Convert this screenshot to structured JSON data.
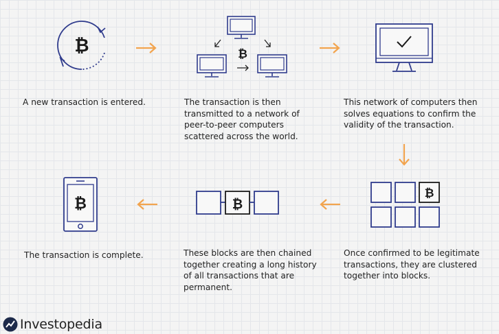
{
  "steps": [
    {
      "lines": [
        "A new transaction is entered."
      ]
    },
    {
      "lines": [
        "The transaction is then",
        "transmitted to a network of",
        "peer-to-peer computers",
        "scattered across the world."
      ]
    },
    {
      "lines": [
        "This network of computers then",
        "solves equations to confirm the",
        "validity of the transaction."
      ]
    },
    {
      "lines": [
        "Once confirmed to be legitimate",
        "transactions, they are clustered",
        "together into blocks."
      ]
    },
    {
      "lines": [
        "These blocks are then chained",
        "together creating a long history",
        "of all transactions that are",
        "permanent."
      ]
    },
    {
      "lines": [
        "The transaction is complete."
      ]
    }
  ],
  "bitcoin_symbol": "₿",
  "logo": {
    "text": "Investopedia"
  },
  "colors": {
    "navy": "#2f3b8c",
    "arrow": "#f2a44e",
    "ink": "#222222",
    "grid": "#e4e6ea"
  },
  "icons": [
    "refresh-bitcoin-icon",
    "computer-network-icon",
    "monitor-checkmark-icon",
    "blocks-grid-icon",
    "chained-blocks-icon",
    "smartphone-bitcoin-icon"
  ]
}
